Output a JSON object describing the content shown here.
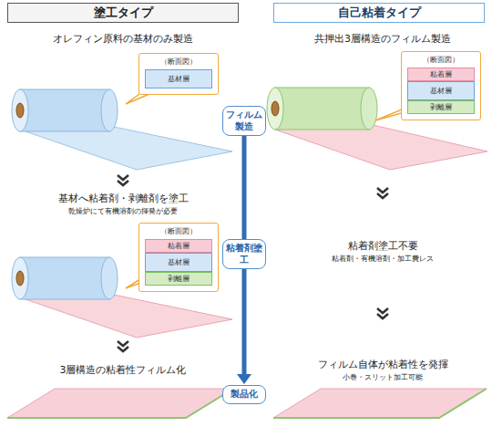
{
  "diagram": {
    "nodes": [
      {
        "text": [
          "塗工タイプ"
        ]
      },
      {
        "text": [
          "自己粘着タイプ"
        ]
      },
      {
        "text": [
          "（断面図）"
        ]
      },
      {
        "text": [
          "基材層"
        ],
        "in": 2
      },
      {
        "text": [
          "フィルム製造"
        ]
      },
      {
        "text": [
          "（断面図）"
        ]
      },
      {
        "text": [
          "粘着層"
        ],
        "in": 5
      },
      {
        "text": [
          "基材層"
        ],
        "in": 5
      },
      {
        "text": [
          "剥離層"
        ],
        "in": 5
      },
      {
        "text": [
          "（断面図）"
        ]
      },
      {
        "text": [
          "粘着層"
        ],
        "in": 9
      },
      {
        "text": [
          "基材層"
        ],
        "in": 9
      },
      {
        "text": [
          "剥離層"
        ],
        "in": 9
      },
      {
        "text": [
          "粘着剤塗工"
        ]
      },
      {
        "text": [
          "製品化"
        ]
      }
    ],
    "edges": [
      {
        "from": 4,
        "to": 13,
        "arrow": "none"
      },
      {
        "from": 13,
        "to": 14,
        "arrow": "to"
      }
    ],
    "labels": [
      "オレフィン原料の基材のみ製造",
      "共押出3層構造のフィルム製造",
      "基材へ粘着剤・剥離剤を塗工",
      "乾燥炉にて有機溶剤の揮発が必要",
      "粘着剤塗工不要",
      "粘着剤・有機溶剤・加工費レス",
      "3層構造の粘着性フィルム化",
      "フィルム自体が粘着性を発揮",
      "小巻・スリット加工可能"
    ]
  }
}
